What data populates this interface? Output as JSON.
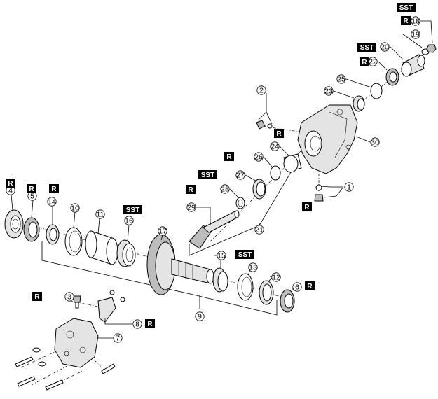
{
  "tags": {
    "r": "R",
    "sst": "SST"
  },
  "callouts": [
    {
      "id": "c1",
      "num": "1"
    },
    {
      "id": "c2",
      "num": "2"
    },
    {
      "id": "c3",
      "num": "3"
    },
    {
      "id": "c4",
      "num": "4"
    },
    {
      "id": "c5",
      "num": "5"
    },
    {
      "id": "c6",
      "num": "6"
    },
    {
      "id": "c7",
      "num": "7"
    },
    {
      "id": "c8",
      "num": "8"
    },
    {
      "id": "c9",
      "num": "9"
    },
    {
      "id": "c10",
      "num": "10"
    },
    {
      "id": "c11",
      "num": "11"
    },
    {
      "id": "c12",
      "num": "12"
    },
    {
      "id": "c13",
      "num": "13"
    },
    {
      "id": "c14",
      "num": "14"
    },
    {
      "id": "c15",
      "num": "15"
    },
    {
      "id": "c16",
      "num": "16"
    },
    {
      "id": "c17",
      "num": "17"
    },
    {
      "id": "c18",
      "num": "18"
    },
    {
      "id": "c19",
      "num": "19"
    },
    {
      "id": "c20",
      "num": "20"
    },
    {
      "id": "c21",
      "num": "21"
    },
    {
      "id": "c22",
      "num": "22"
    },
    {
      "id": "c23",
      "num": "23"
    },
    {
      "id": "c24",
      "num": "24"
    },
    {
      "id": "c25",
      "num": "25"
    },
    {
      "id": "c26",
      "num": "26"
    },
    {
      "id": "c27",
      "num": "27"
    },
    {
      "id": "c28",
      "num": "28"
    },
    {
      "id": "c29",
      "num": "29"
    },
    {
      "id": "c30",
      "num": "30"
    }
  ]
}
